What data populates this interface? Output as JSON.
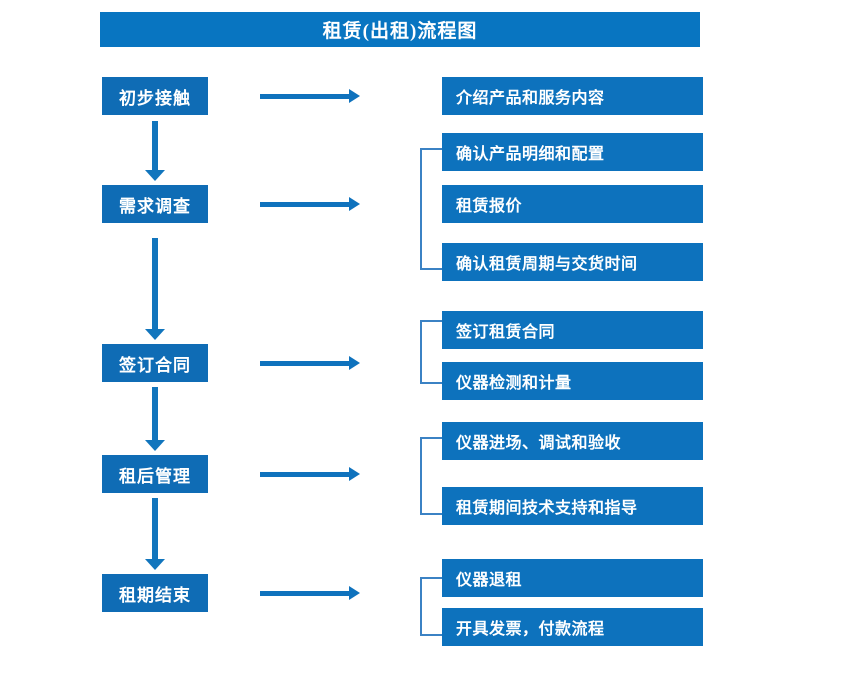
{
  "title": "租赁(出租)流程图",
  "colors": {
    "title_bar": "#0875c1",
    "stage_box": "#0f6cb5",
    "detail_box": "#0d72bd",
    "arrow": "#0f72bd",
    "bracket": "#3b82c4",
    "text": "#ffffff",
    "background": "#ffffff"
  },
  "stages": [
    {
      "label": "初步接触"
    },
    {
      "label": "需求调查"
    },
    {
      "label": "签订合同"
    },
    {
      "label": "租后管理"
    },
    {
      "label": "租期结束"
    }
  ],
  "details": [
    {
      "label": "介绍产品和服务内容"
    },
    {
      "label": "确认产品明细和配置"
    },
    {
      "label": "租赁报价"
    },
    {
      "label": "确认租赁周期与交货时间"
    },
    {
      "label": "签订租赁合同"
    },
    {
      "label": "仪器检测和计量"
    },
    {
      "label": "仪器进场、调试和验收"
    },
    {
      "label": "租赁期间技术支持和指导"
    },
    {
      "label": "仪器退租"
    },
    {
      "label": "开具发票，付款流程"
    }
  ],
  "groups": [
    {
      "stage": "初步接触",
      "details": [
        "介绍产品和服务内容"
      ],
      "bracket": false
    },
    {
      "stage": "需求调查",
      "details": [
        "确认产品明细和配置",
        "租赁报价",
        "确认租赁周期与交货时间"
      ],
      "bracket": true
    },
    {
      "stage": "签订合同",
      "details": [
        "签订租赁合同",
        "仪器检测和计量"
      ],
      "bracket": true
    },
    {
      "stage": "租后管理",
      "details": [
        "仪器进场、调试和验收",
        "租赁期间技术支持和指导"
      ],
      "bracket": true
    },
    {
      "stage": "租期结束",
      "details": [
        "仪器退租",
        "开具发票，付款流程"
      ],
      "bracket": true
    }
  ],
  "connectors": {
    "horizontal_arrow_count": 5,
    "vertical_arrow_count": 4,
    "bracket_count": 4,
    "direction": "left-to-right, top-to-bottom"
  }
}
